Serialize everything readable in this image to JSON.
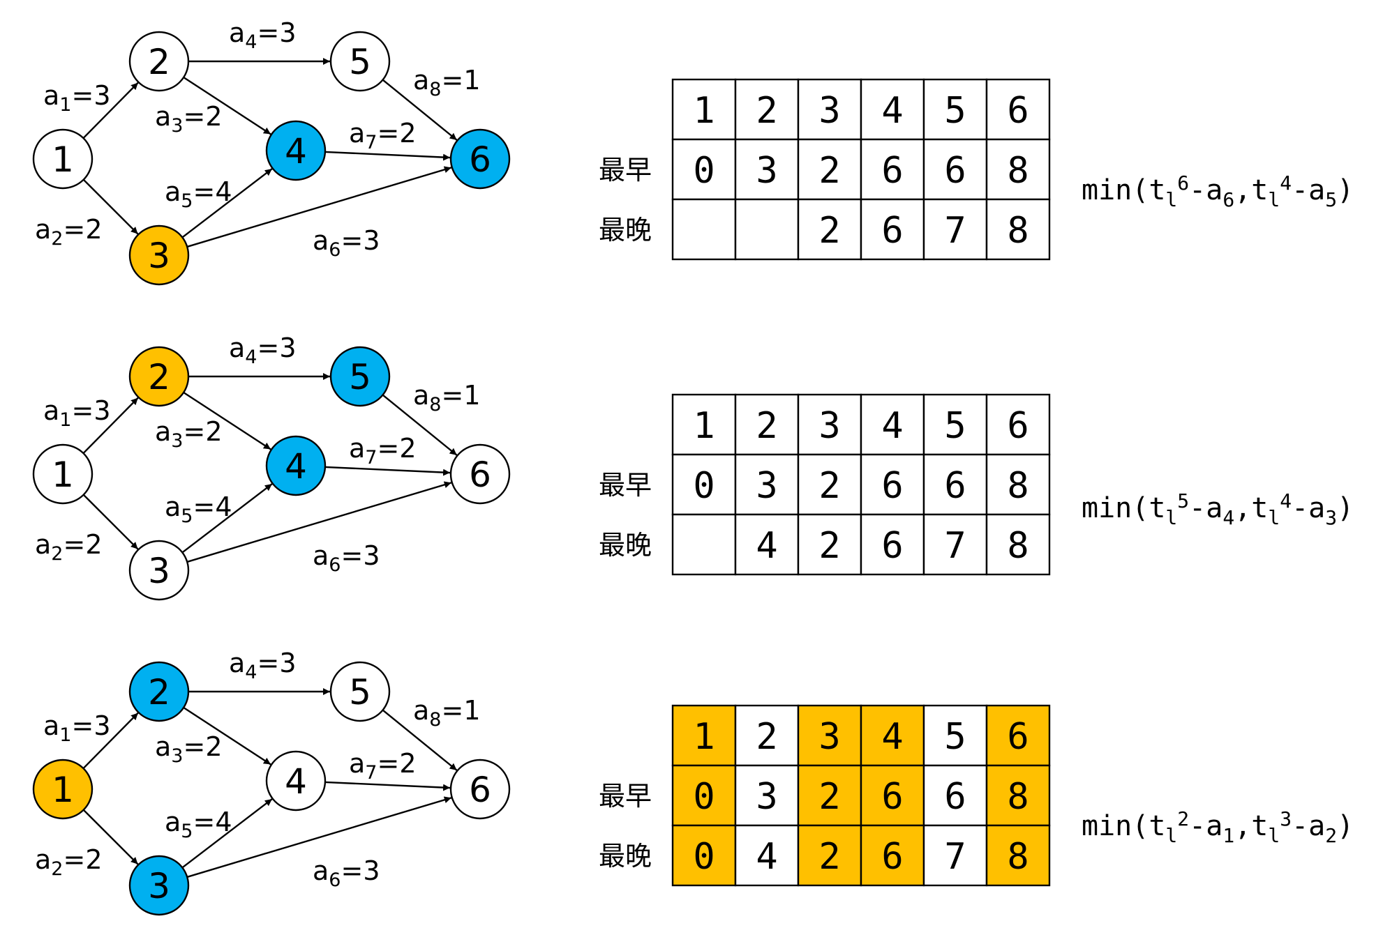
{
  "colors": {
    "white": "#ffffff",
    "orange": "#ffc000",
    "blue": "#00b0f0",
    "stroke": "#000000"
  },
  "edges": [
    {
      "from": "1",
      "to": "2",
      "var": "a",
      "sub": "1",
      "eq": "=3"
    },
    {
      "from": "1",
      "to": "3",
      "var": "a",
      "sub": "2",
      "eq": "=2"
    },
    {
      "from": "2",
      "to": "4",
      "var": "a",
      "sub": "3",
      "eq": "=2"
    },
    {
      "from": "2",
      "to": "5",
      "var": "a",
      "sub": "4",
      "eq": "=3"
    },
    {
      "from": "3",
      "to": "4",
      "var": "a",
      "sub": "5",
      "eq": "=4"
    },
    {
      "from": "3",
      "to": "6",
      "var": "a",
      "sub": "6",
      "eq": "=3"
    },
    {
      "from": "4",
      "to": "6",
      "var": "a",
      "sub": "7",
      "eq": "=2"
    },
    {
      "from": "5",
      "to": "6",
      "var": "a",
      "sub": "8",
      "eq": "=1"
    }
  ],
  "panels": [
    {
      "node_colors": {
        "1": "white",
        "2": "white",
        "3": "orange",
        "4": "blue",
        "5": "white",
        "6": "blue"
      },
      "row_labels": {
        "earliest": "最早",
        "latest": "最晚"
      },
      "table": {
        "header": [
          "1",
          "2",
          "3",
          "4",
          "5",
          "6"
        ],
        "earliest": [
          "0",
          "3",
          "2",
          "6",
          "6",
          "8"
        ],
        "latest": [
          "",
          "",
          "2",
          "6",
          "7",
          "8"
        ],
        "highlight_columns": []
      },
      "formula": {
        "prefix": "min(t",
        "parts": [
          {
            "sub": "l",
            "sup": "6",
            "mid": "-a",
            "sub2": "6",
            "sep": ",t"
          },
          {
            "sub": "l",
            "sup": "4",
            "mid": "-a",
            "sub2": "5",
            "sep": ")"
          }
        ]
      }
    },
    {
      "node_colors": {
        "1": "white",
        "2": "orange",
        "3": "white",
        "4": "blue",
        "5": "blue",
        "6": "white"
      },
      "row_labels": {
        "earliest": "最早",
        "latest": "最晚"
      },
      "table": {
        "header": [
          "1",
          "2",
          "3",
          "4",
          "5",
          "6"
        ],
        "earliest": [
          "0",
          "3",
          "2",
          "6",
          "6",
          "8"
        ],
        "latest": [
          "",
          "4",
          "2",
          "6",
          "7",
          "8"
        ],
        "highlight_columns": []
      },
      "formula": {
        "prefix": "min(t",
        "parts": [
          {
            "sub": "l",
            "sup": "5",
            "mid": "-a",
            "sub2": "4",
            "sep": ",t"
          },
          {
            "sub": "l",
            "sup": "4",
            "mid": "-a",
            "sub2": "3",
            "sep": ")"
          }
        ]
      }
    },
    {
      "node_colors": {
        "1": "orange",
        "2": "blue",
        "3": "blue",
        "4": "white",
        "5": "white",
        "6": "white"
      },
      "row_labels": {
        "earliest": "最早",
        "latest": "最晚"
      },
      "table": {
        "header": [
          "1",
          "2",
          "3",
          "4",
          "5",
          "6"
        ],
        "earliest": [
          "0",
          "3",
          "2",
          "6",
          "6",
          "8"
        ],
        "latest": [
          "0",
          "4",
          "2",
          "6",
          "7",
          "8"
        ],
        "highlight_columns": [
          0,
          2,
          3,
          5
        ]
      },
      "formula": {
        "prefix": "min(t",
        "parts": [
          {
            "sub": "l",
            "sup": "2",
            "mid": "-a",
            "sub2": "1",
            "sep": ",t"
          },
          {
            "sub": "l",
            "sup": "3",
            "mid": "-a",
            "sub2": "2",
            "sep": ")"
          }
        ]
      }
    }
  ]
}
